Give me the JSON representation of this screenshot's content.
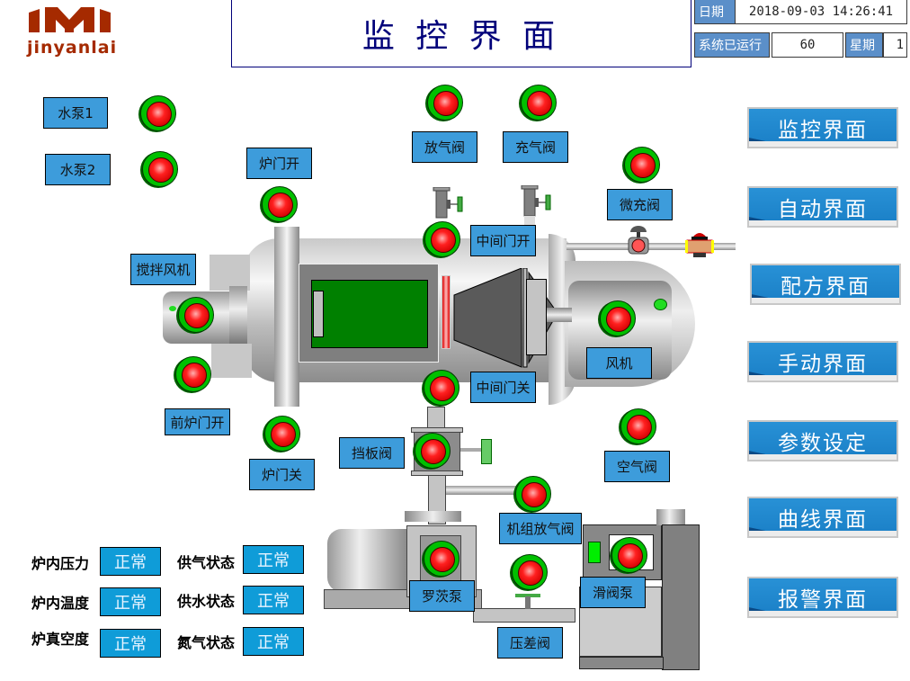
{
  "logo": {
    "text": "jinyanlai",
    "color": "#a52a00"
  },
  "header": {
    "title": "监 控 界 面",
    "date_label": "日期",
    "date_value": "2018-09-03 14:26:41",
    "runtime_label": "系统已运行",
    "runtime_value": "60",
    "weekday_label": "星期",
    "weekday_value": "1"
  },
  "nav": [
    {
      "label": "监控界面"
    },
    {
      "label": "自动界面"
    },
    {
      "label": "配方界面"
    },
    {
      "label": "手动界面"
    },
    {
      "label": "参数设定"
    },
    {
      "label": "曲线界面"
    },
    {
      "label": "报警界面"
    }
  ],
  "devices": {
    "pump1": "水泵1",
    "pump2": "水泵2",
    "furnace_door_open": "炉门开",
    "furnace_door_close": "炉门关",
    "front_door_open": "前炉门开",
    "stir_fan": "搅拌风机",
    "vent_valve": "放气阀",
    "fill_valve": "充气阀",
    "micro_fill_valve": "微充阀",
    "middle_door_open": "中间门开",
    "middle_door_close": "中间门关",
    "fan": "风机",
    "air_valve": "空气阀",
    "baffle_valve": "挡板阀",
    "unit_vent_valve": "机组放气阀",
    "roots_pump": "罗茨泵",
    "slide_valve_pump": "滑阀泵",
    "diff_pressure_valve": "压差阀"
  },
  "status": [
    {
      "label": "炉内压力",
      "value": "正常"
    },
    {
      "label": "炉内温度",
      "value": "正常"
    },
    {
      "label": "炉真空度",
      "value": "正常"
    },
    {
      "label": "供气状态",
      "value": "正常"
    },
    {
      "label": "供水状态",
      "value": "正常"
    },
    {
      "label": "氮气状态",
      "value": "正常"
    }
  ],
  "colors": {
    "label_bg": "#3d9cdb",
    "nav_bg": "#1f88cf",
    "status_bg": "#0f9cd8",
    "lamp_ring": "#00c000",
    "lamp_core": "#ff2020"
  }
}
